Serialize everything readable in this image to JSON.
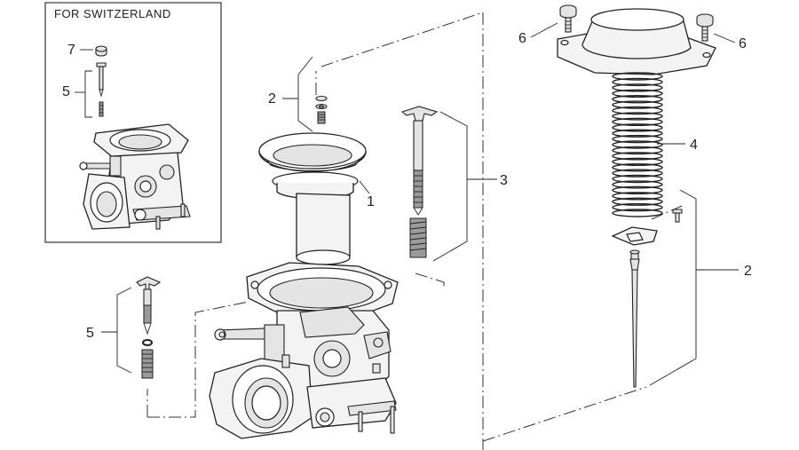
{
  "inset": {
    "title": "FOR SWITZERLAND"
  },
  "callouts": {
    "inset_7": "7",
    "inset_5": "5",
    "c2_top": "2",
    "c1": "1",
    "c3": "3",
    "c5": "5",
    "c6_left": "6",
    "c6_right": "6",
    "c4": "4",
    "c2_right": "2"
  }
}
